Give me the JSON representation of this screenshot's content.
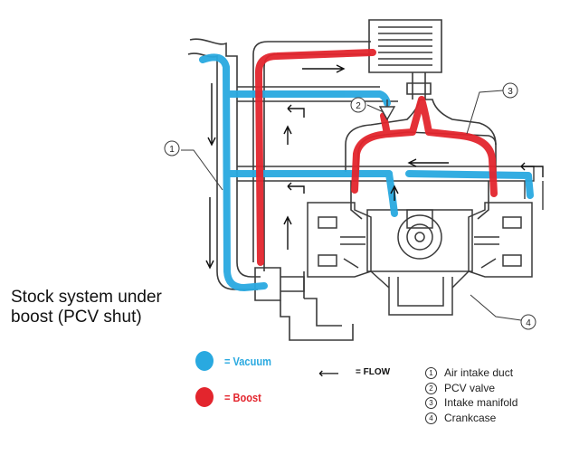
{
  "caption": "Stock system under boost (PCV shut)",
  "legend": [
    {
      "color": "#29a9e0",
      "label": "= Vacuum"
    },
    {
      "color": "#e3252d",
      "label": "= Boost"
    }
  ],
  "flow_label": "= FLOW",
  "callouts": [
    "1",
    "2",
    "3",
    "4"
  ],
  "key": [
    {
      "num": "1",
      "label": "Air intake duct"
    },
    {
      "num": "2",
      "label": "PCV valve"
    },
    {
      "num": "3",
      "label": "Intake manifold"
    },
    {
      "num": "4",
      "label": "Crankcase"
    }
  ],
  "colors": {
    "vacuum": "#29a9e0",
    "boost": "#e3252d",
    "line": "#3a3a3a"
  }
}
